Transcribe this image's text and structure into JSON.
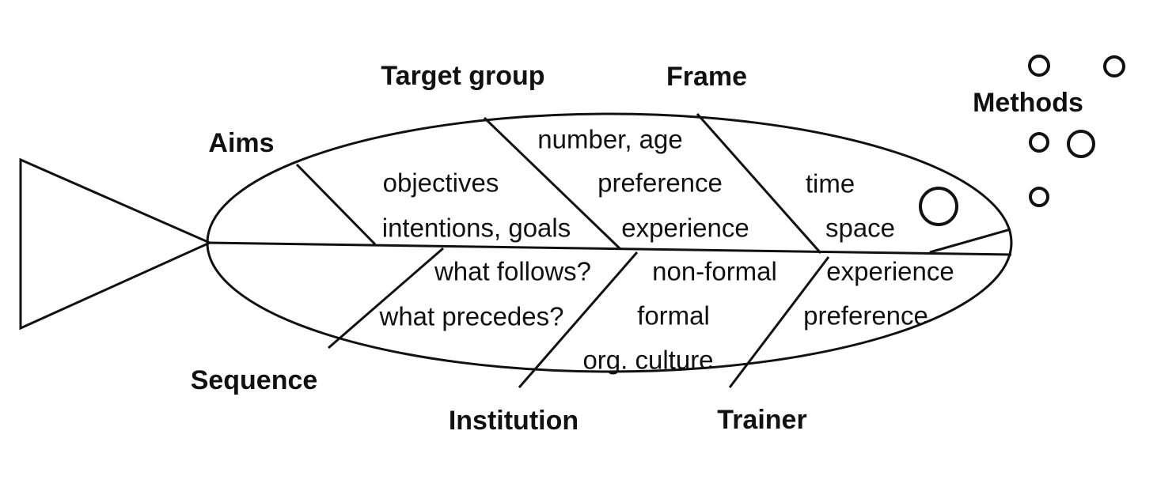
{
  "diagram": {
    "type": "fishbone",
    "title": "",
    "background_color": "#ffffff",
    "line_color": "#111111",
    "categories": [
      {
        "id": "aims",
        "label": "Aims",
        "position": "top",
        "items": [
          "objectives",
          "intentions, goals"
        ]
      },
      {
        "id": "target-group",
        "label": "Target group",
        "position": "top",
        "items": [
          "number, age",
          "preference",
          "experience"
        ]
      },
      {
        "id": "frame",
        "label": "Frame",
        "position": "top",
        "items": [
          "time",
          "space"
        ]
      },
      {
        "id": "sequence",
        "label": "Sequence",
        "position": "bottom",
        "items": [
          "what follows?",
          "what precedes?"
        ]
      },
      {
        "id": "institution",
        "label": "Institution",
        "position": "bottom",
        "items": [
          "non-formal",
          "formal",
          "org. culture"
        ]
      },
      {
        "id": "trainer",
        "label": "Trainer",
        "position": "bottom",
        "items": [
          "experience",
          "preference"
        ]
      },
      {
        "id": "methods",
        "label": "Methods",
        "position": "outside-right",
        "items": []
      }
    ],
    "labels": {
      "aims": "Aims",
      "target_group": "Target group",
      "frame": "Frame",
      "sequence": "Sequence",
      "institution": "Institution",
      "trainer": "Trainer",
      "methods": "Methods"
    },
    "items": {
      "objectives": "objectives",
      "intentions_goals": "intentions, goals",
      "number_age": "number, age",
      "preference_top": "preference",
      "experience_top": "experience",
      "time": "time",
      "space": "space",
      "what_follows": "what follows?",
      "what_precedes": "what precedes?",
      "non_formal": "non-formal",
      "formal": "formal",
      "org_culture": "org. culture",
      "experience_bottom": "experience",
      "preference_bottom": "preference"
    },
    "decorations": {
      "bubble_count": 5,
      "eye": "fish-eye",
      "tail": "fish-tail-triangle"
    }
  }
}
